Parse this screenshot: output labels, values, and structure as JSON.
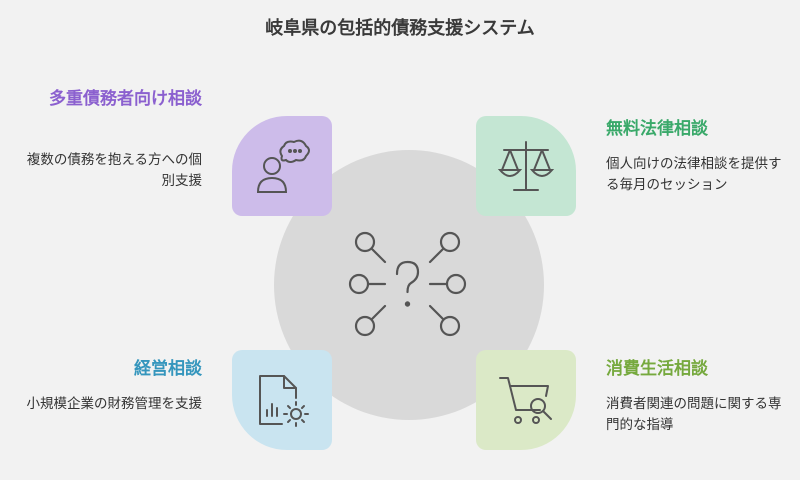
{
  "title": "岐阜県の包括的債務支援システム",
  "sections": {
    "top_left": {
      "heading": "多重債務者向け相談",
      "description": "複数の債務を抱える方への個別支援",
      "icon": "person-speech-bubble-icon",
      "color": "#8b60cf"
    },
    "top_right": {
      "heading": "無料法律相談",
      "description": "個人向けの法律相談を提供する毎月のセッション",
      "icon": "scales-icon",
      "color": "#3aa96a"
    },
    "bottom_left": {
      "heading": "経営相談",
      "description": "小規模企業の財務管理を支援",
      "icon": "report-gear-icon",
      "color": "#3596bd"
    },
    "bottom_right": {
      "heading": "消費生活相談",
      "description": "消費者関連の問題に関する専門的な指導",
      "icon": "cart-search-icon",
      "color": "#76a93e"
    }
  },
  "center_icon": "question-network-icon"
}
